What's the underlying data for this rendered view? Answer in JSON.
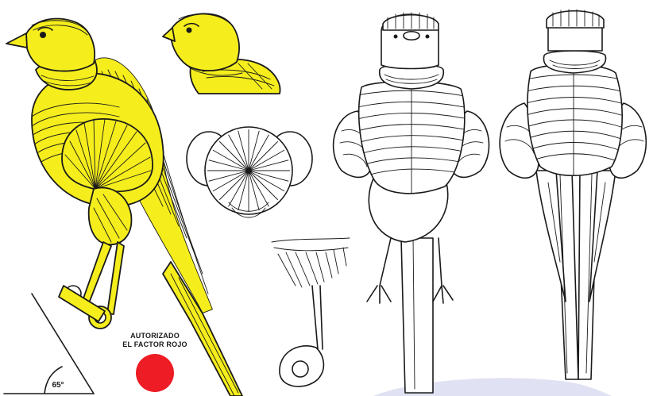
{
  "figure": {
    "authorized_line1": "AUTORIZADO",
    "authorized_line2": "EL FACTOR ROJO",
    "angle_label": "65°"
  },
  "colors": {
    "canary_yellow": "#f5ee1c",
    "red_factor_dot": "#ee1c24",
    "ink": "#1a1a1a",
    "watermark": "#c9cbe8"
  }
}
